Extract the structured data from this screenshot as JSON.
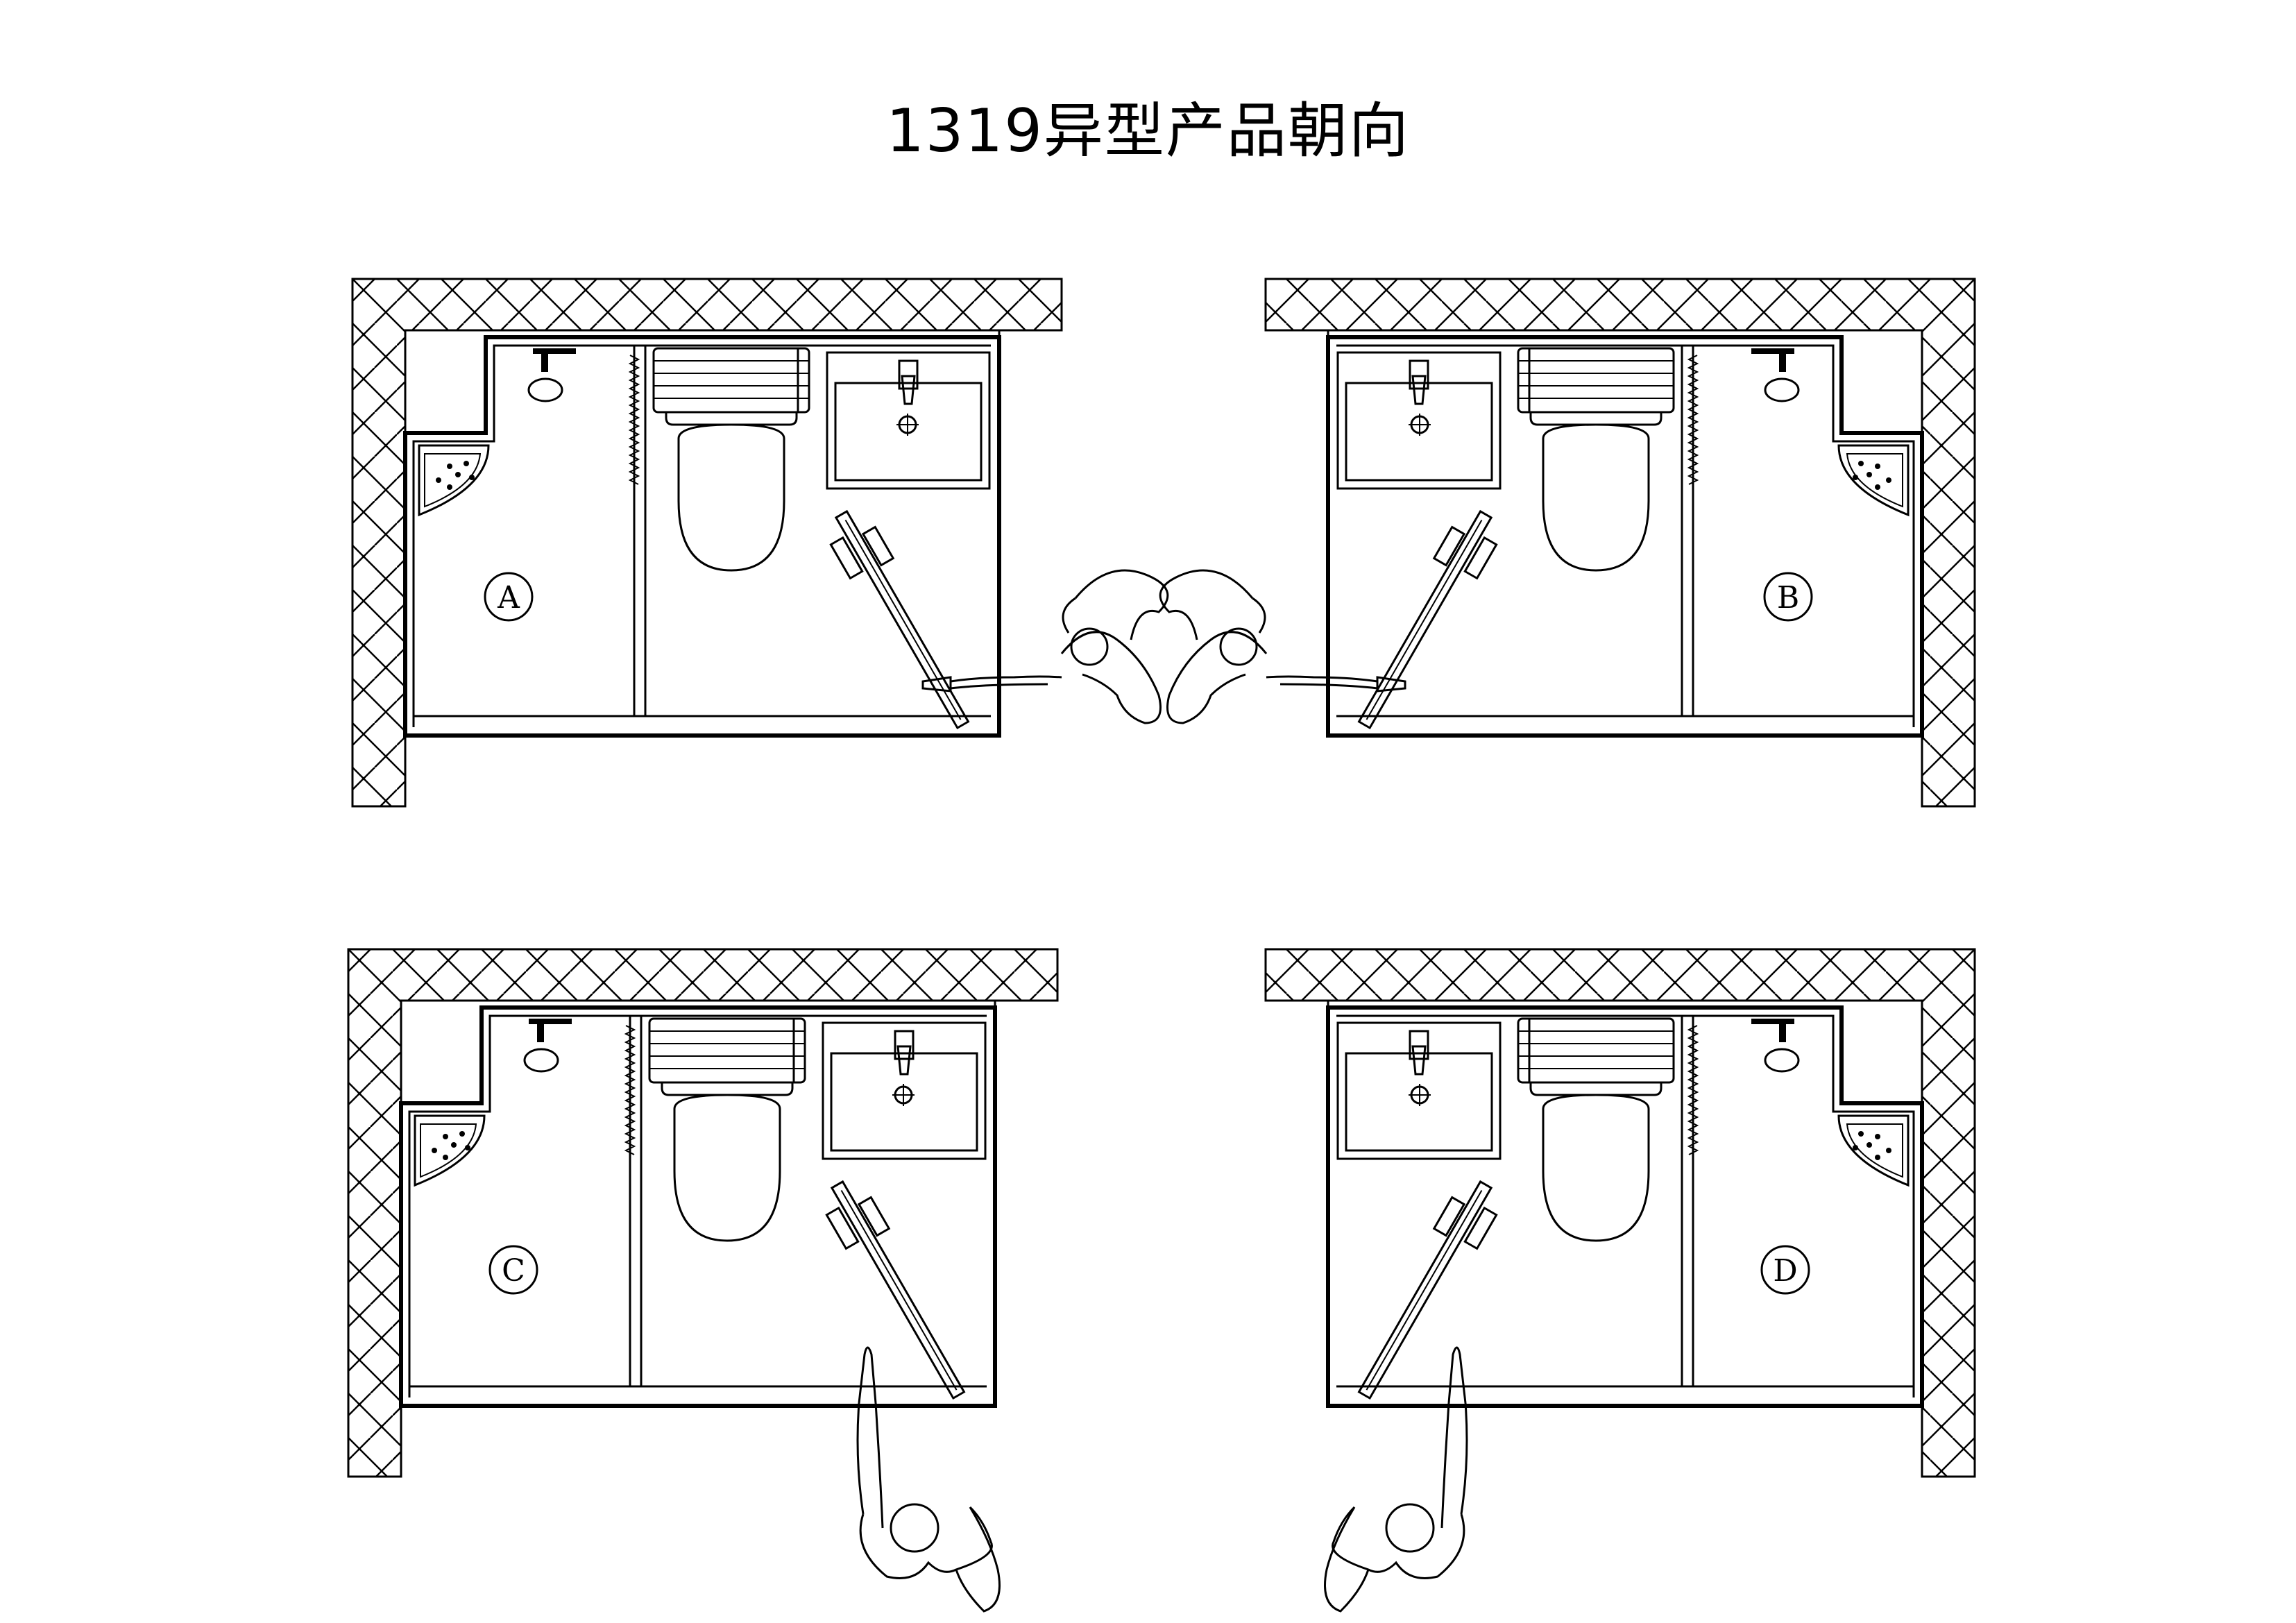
{
  "page": {
    "title": "1319异型产品朝向"
  },
  "orientations": [
    {
      "label": "A",
      "mirrored": false,
      "approach": "side"
    },
    {
      "label": "B",
      "mirrored": true,
      "approach": "side"
    },
    {
      "label": "C",
      "mirrored": false,
      "approach": "front"
    },
    {
      "label": "D",
      "mirrored": true,
      "approach": "front"
    }
  ]
}
